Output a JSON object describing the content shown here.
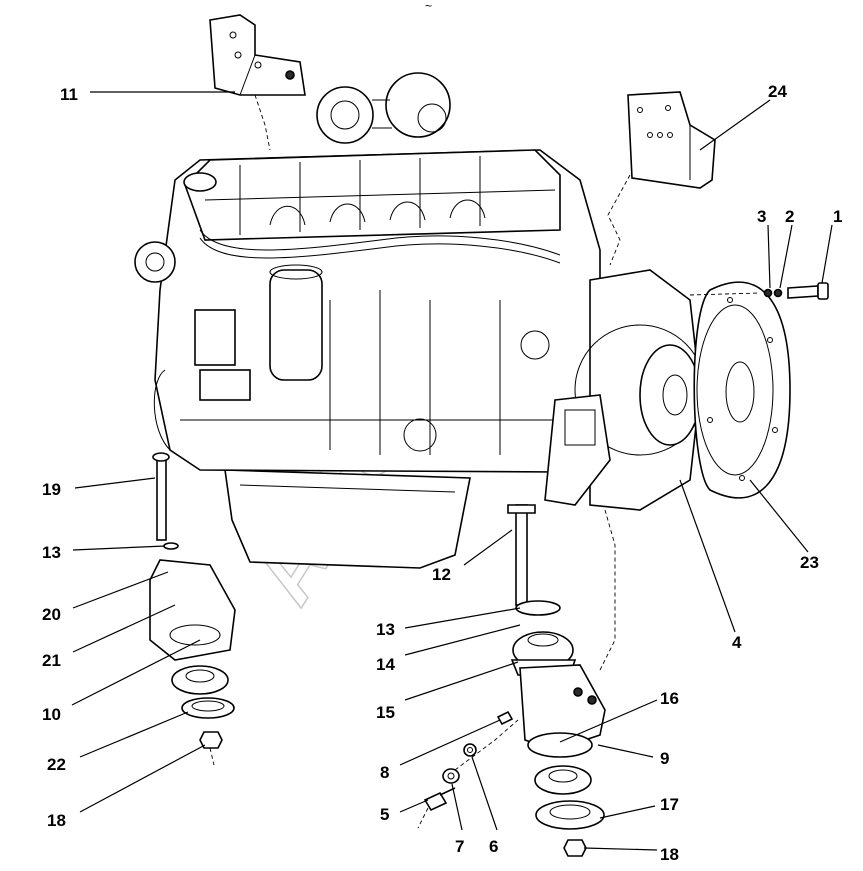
{
  "diagram": {
    "watermark": "Auto",
    "top_mark": "~",
    "callouts": [
      "1",
      "2",
      "3",
      "4",
      "5",
      "6",
      "7",
      "8",
      "9",
      "10",
      "11",
      "12",
      "13",
      "13",
      "14",
      "15",
      "16",
      "17",
      "18",
      "18",
      "19",
      "20",
      "21",
      "22",
      "23",
      "24"
    ]
  }
}
